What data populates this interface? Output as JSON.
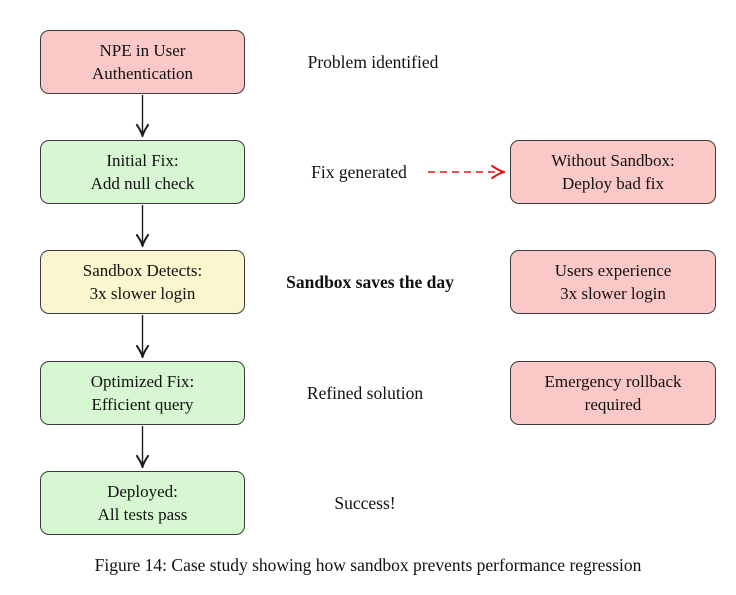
{
  "figure": {
    "caption": "Figure 14: Case study showing how sandbox prevents performance regression"
  },
  "colors": {
    "problem_box_fill": "#fac9c7",
    "fix_box_fill": "#d7f7d2",
    "warning_box_fill": "#fbf6ce",
    "box_border": "#3a3a3a",
    "flow_arrow": "#1a1a1a",
    "counterfactual_arrow": "#e1161b"
  },
  "flow": {
    "steps": [
      {
        "line1": "NPE in User",
        "line2": "Authentication",
        "type": "problem"
      },
      {
        "line1": "Initial Fix:",
        "line2": "Add null check",
        "type": "fix"
      },
      {
        "line1": "Sandbox Detects:",
        "line2": "3x slower login",
        "type": "warning"
      },
      {
        "line1": "Optimized Fix:",
        "line2": "Efficient query",
        "type": "fix"
      },
      {
        "line1": "Deployed:",
        "line2": "All tests pass",
        "type": "fix"
      }
    ]
  },
  "annotations": [
    {
      "text": "Problem identified",
      "bold": false
    },
    {
      "text": "Fix generated",
      "bold": false
    },
    {
      "text": "Sandbox saves the day",
      "bold": true
    },
    {
      "text": "Refined solution",
      "bold": false
    },
    {
      "text": "Success!",
      "bold": false
    }
  ],
  "counterfactual": {
    "boxes": [
      {
        "line1": "Without Sandbox:",
        "line2": "Deploy bad fix"
      },
      {
        "line1": "Users experience",
        "line2": "3x slower login"
      },
      {
        "line1": "Emergency rollback",
        "line2": "required"
      }
    ]
  }
}
